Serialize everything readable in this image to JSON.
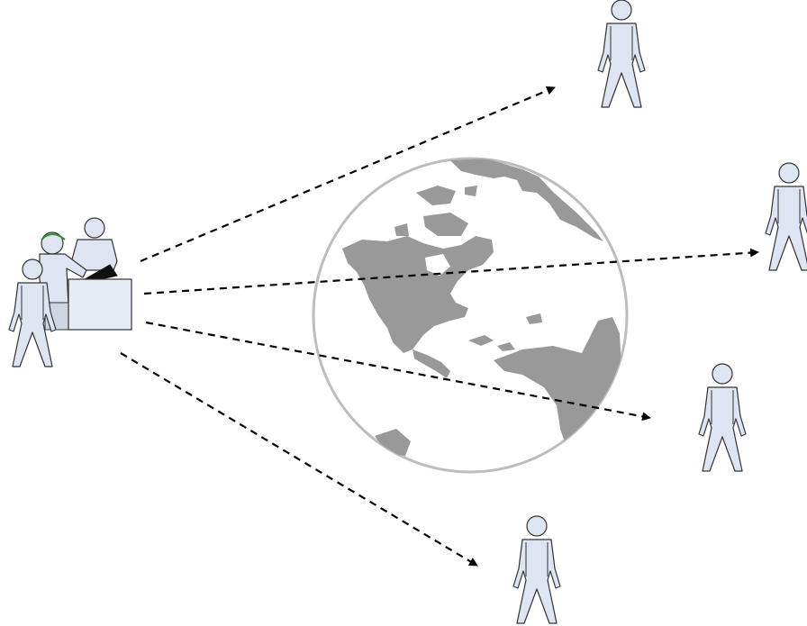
{
  "diagram": {
    "kind": "broadcast-network-illustration",
    "background": "#ffffff",
    "colors": {
      "person_fill": "#dde5f2",
      "person_stroke": "#333333",
      "globe_fill": "#ffffff",
      "globe_rim": "#bdbdbd",
      "land": "#999999",
      "arrow": "#000000",
      "desk_fill": "#e6ebf5"
    },
    "source": {
      "icon": "workstation-team-icon",
      "people": 3,
      "has_desk": true,
      "has_laptop": true,
      "headset": true
    },
    "globe": {
      "icon": "globe-americas-icon",
      "region_shown": "Americas"
    },
    "recipients": [
      {
        "icon": "person-icon"
      },
      {
        "icon": "person-icon"
      },
      {
        "icon": "person-icon"
      },
      {
        "icon": "person-icon"
      }
    ],
    "connections": [
      {
        "from": "source",
        "to": "recipient-1",
        "style": "dashed",
        "arrowhead": "end"
      },
      {
        "from": "source",
        "to": "recipient-2",
        "style": "dashed",
        "arrowhead": "end"
      },
      {
        "from": "source",
        "to": "recipient-3",
        "style": "dashed",
        "arrowhead": "end"
      },
      {
        "from": "source",
        "to": "recipient-4",
        "style": "dashed",
        "arrowhead": "end"
      }
    ]
  }
}
